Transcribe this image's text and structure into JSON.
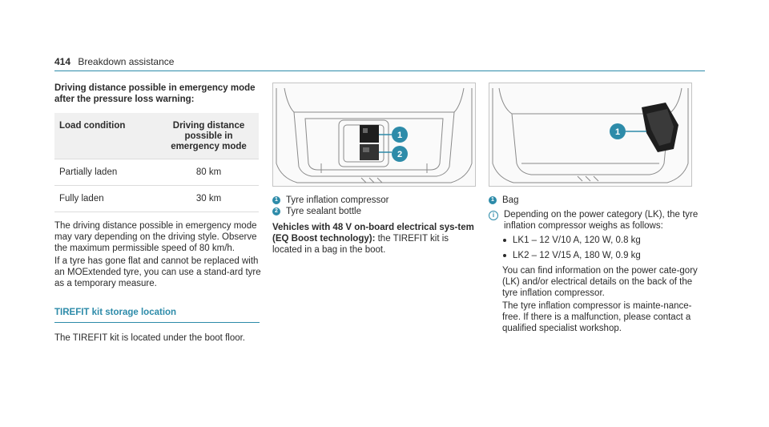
{
  "header": {
    "page_number": "414",
    "title": "Breakdown assistance"
  },
  "left": {
    "intro_title": "Driving distance possible in emergency mode after the pressure loss warning:",
    "table": {
      "headers": [
        "Load condition",
        "Driving distance possible in emergency mode"
      ],
      "rows": [
        [
          "Partially laden",
          "80 km"
        ],
        [
          "Fully laden",
          "30 km"
        ]
      ]
    },
    "para1": "The driving distance possible in emergency mode may vary depending on the driving style. Observe the maximum permissible speed of 80 km/h.",
    "para2": "If a tyre has gone flat and cannot be replaced with an MOExtended tyre, you can use a stand-ard tyre as a temporary measure.",
    "section_title": "TIREFIT kit storage location",
    "section_text": "The TIREFIT kit is located under the boot floor."
  },
  "middle": {
    "badges": [
      "1",
      "2"
    ],
    "legend": [
      {
        "num": "1",
        "text": "Tyre inflation compressor"
      },
      {
        "num": "2",
        "text": "Tyre sealant bottle"
      }
    ],
    "note_bold": "Vehicles with 48 V on-board electrical sys-tem (EQ Boost technology):",
    "note_text": " the TIREFIT kit is located in a bag in the boot."
  },
  "right": {
    "badges": [
      "1"
    ],
    "legend": [
      {
        "num": "1",
        "text": "Bag"
      }
    ],
    "info_icon": "i",
    "info_text": "Depending on the power category (LK), the tyre inflation compressor weighs as follows:",
    "bullets": [
      "LK1 – 12 V/10 A, 120 W, 0.8 kg",
      "LK2 – 12 V/15 A, 180 W, 0.9 kg"
    ],
    "para1": "You can find information on the power cate-gory (LK) and/or electrical details on the back of the tyre inflation compressor.",
    "para2": "The tyre inflation compressor is mainte-nance-free. If there is a malfunction, please contact a qualified specialist workshop."
  },
  "colors": {
    "accent": "#2d8ba9",
    "text": "#2b2b2b",
    "table_header": "#f0f0f0"
  }
}
